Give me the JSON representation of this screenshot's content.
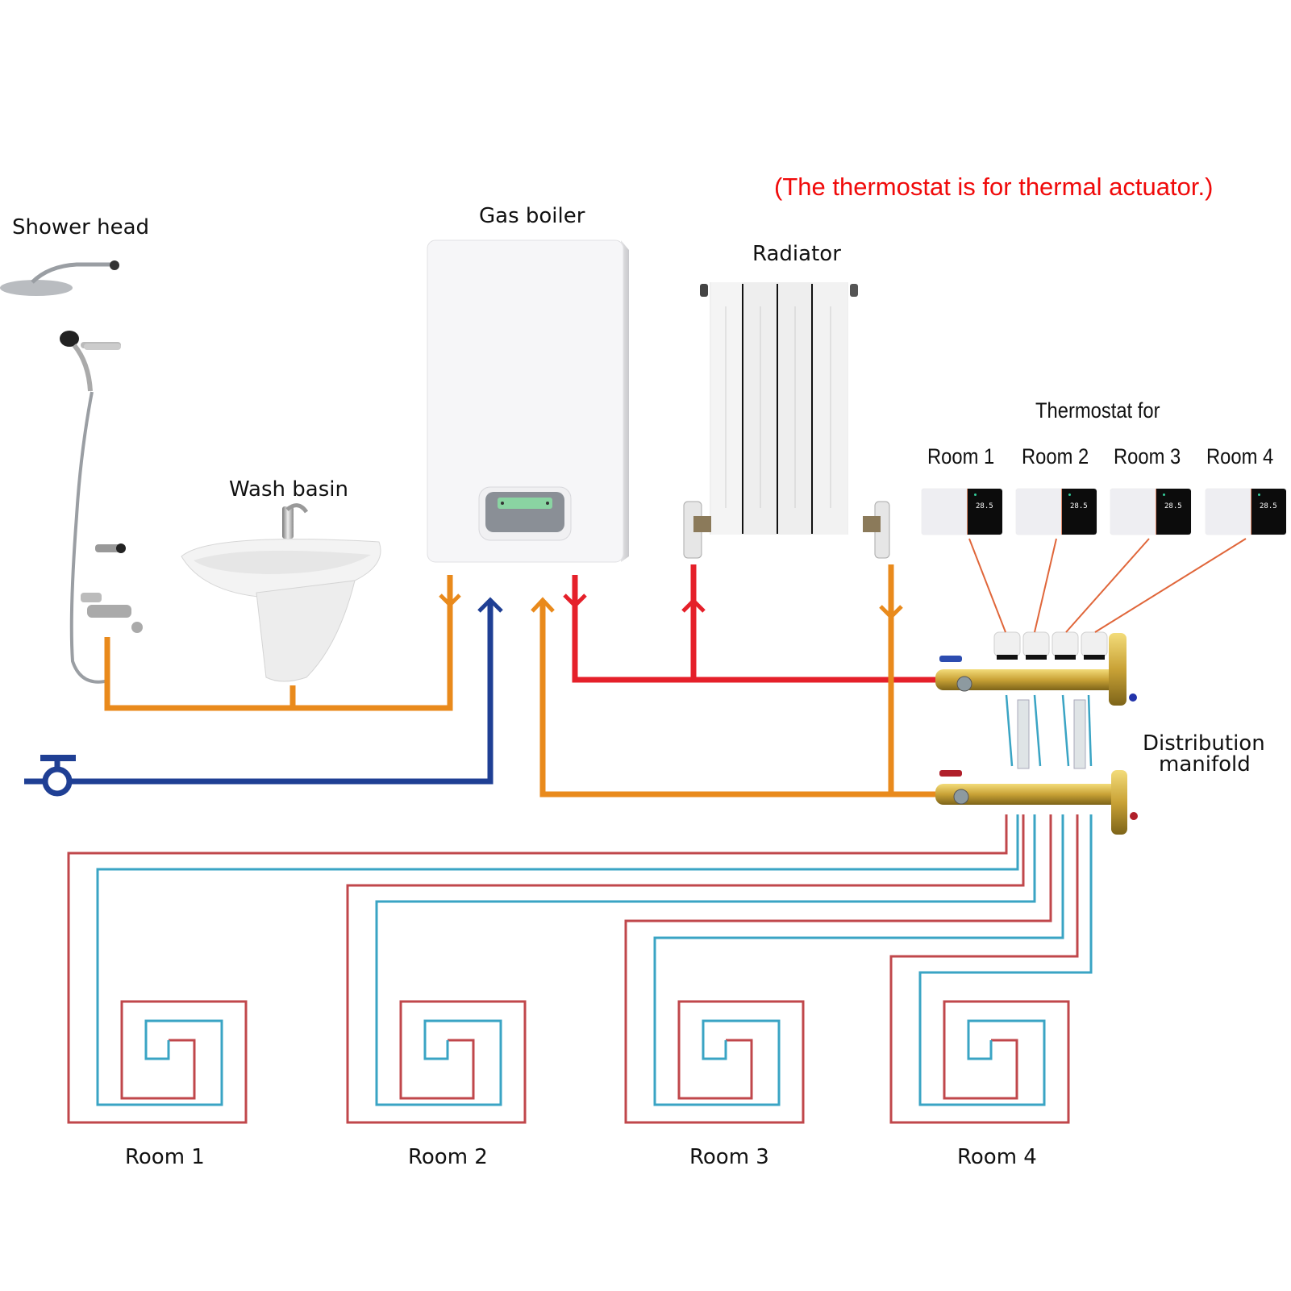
{
  "note": "(The thermostat is for thermal actuator.)",
  "labels": {
    "shower_head": "Shower head",
    "wash_basin": "Wash basin",
    "gas_boiler": "Gas boiler",
    "radiator": "Radiator",
    "thermostat_for": "Thermostat for",
    "distribution_manifold_line1": "Distribution",
    "distribution_manifold_line2": "manifold"
  },
  "thermostats": [
    {
      "room": "Room 1",
      "display_temp": "28.5"
    },
    {
      "room": "Room 2",
      "display_temp": "28.5"
    },
    {
      "room": "Room 3",
      "display_temp": "28.5"
    },
    {
      "room": "Room 4",
      "display_temp": "28.5"
    }
  ],
  "rooms": [
    {
      "label": "Room 1"
    },
    {
      "label": "Room 2"
    },
    {
      "label": "Room 3"
    },
    {
      "label": "Room 4"
    }
  ],
  "colors": {
    "hot_water": "#e98a1c",
    "cold_water": "#1f3f94",
    "heating_supply": "#e5202a",
    "floor_supply": "#c0474b",
    "floor_return": "#3aa4c4",
    "thermostat_wire": "#e0663a",
    "note": "#f00a0a"
  },
  "pipes": {
    "shower_basin_hot": "hot_water",
    "mains_cold_inlet": "cold_water",
    "heating_flow": "heating_supply",
    "heating_return": "hot_water"
  }
}
